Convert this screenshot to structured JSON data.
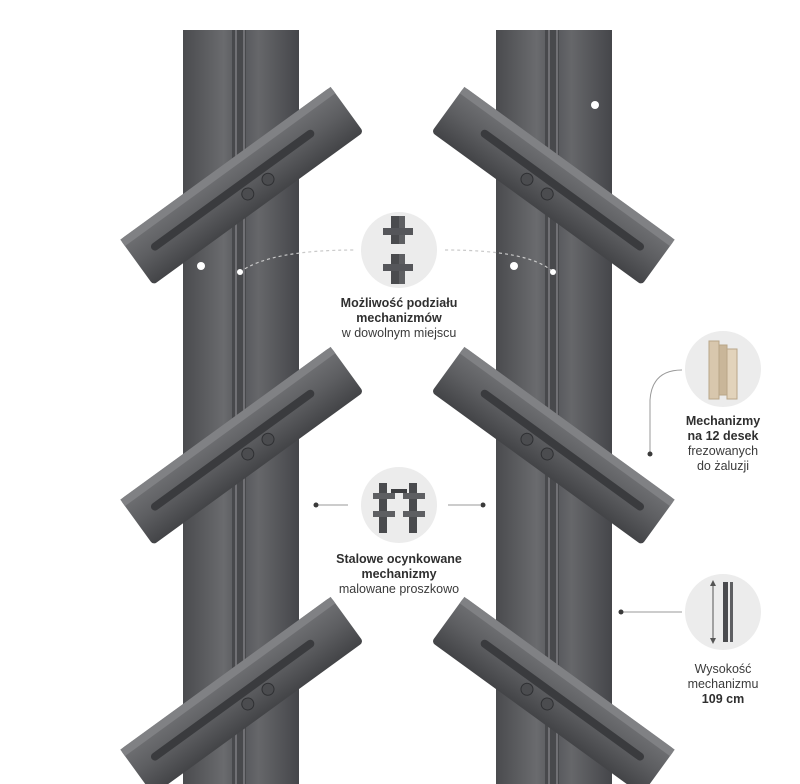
{
  "callouts": {
    "division": {
      "line1": "Możliwość podziału",
      "line2": "mechanizmów",
      "line3": "w dowolnym miejscu"
    },
    "steel": {
      "line1": "Stalowe ocynkowane",
      "line2": "mechanizmy",
      "line3": "malowane proszkowo"
    },
    "boards": {
      "line1": "Mechanizmy",
      "line2": "na 12 desek",
      "line3": "frezowanych",
      "line4": "do żaluzji"
    },
    "height": {
      "line1": "Wysokość",
      "line2": "mechanizmu",
      "line3": "109 cm"
    }
  },
  "colors": {
    "metal": "#5a5b5e",
    "metal_dark": "#3f4043",
    "metal_light": "#7a7b7e",
    "circle_bg": "#ececec",
    "wood": "#d8c7ad"
  }
}
